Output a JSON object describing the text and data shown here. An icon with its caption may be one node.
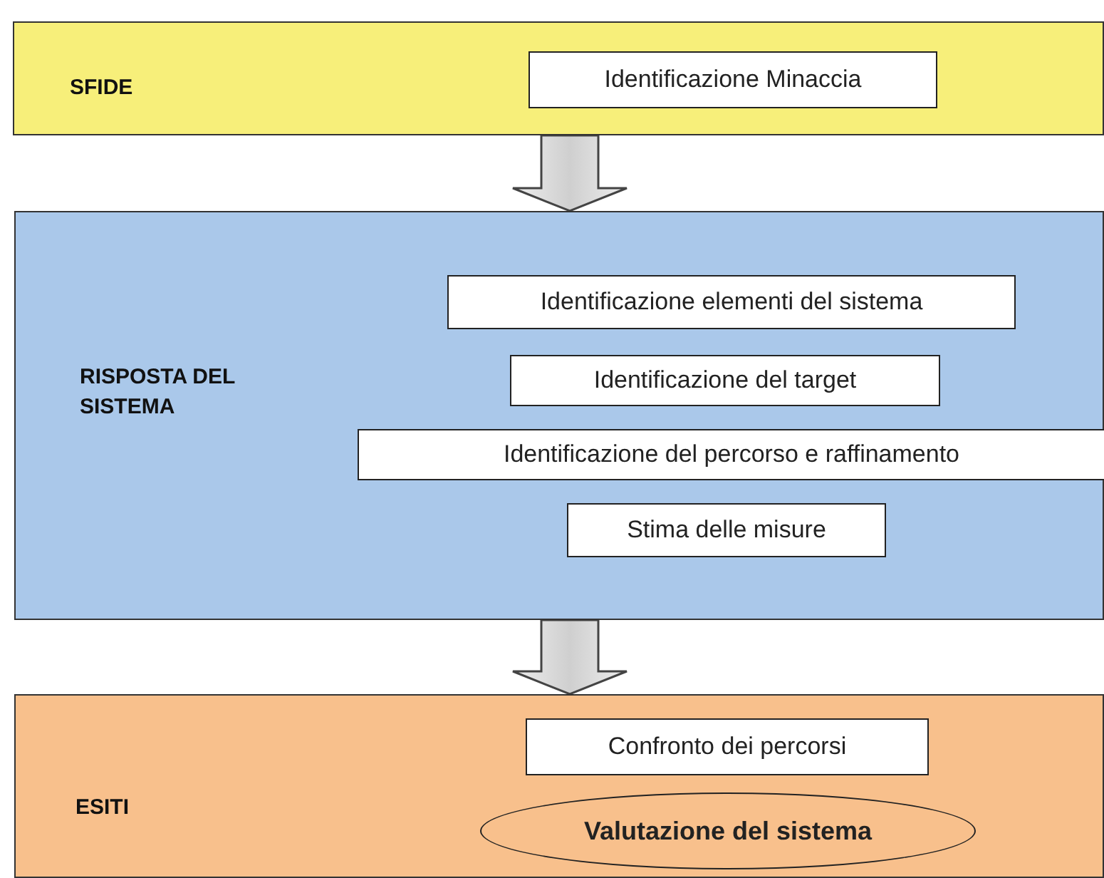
{
  "diagram": {
    "nodes": [
      {
        "text": [
          "SFIDE"
        ]
      },
      {
        "text": [
          "Identificazione Minaccia"
        ],
        "in": 0
      },
      {
        "text": [
          "RISPOSTA DEL SISTEMA"
        ]
      },
      {
        "text": [
          "Identificazione elementi del sistema"
        ],
        "in": 2
      },
      {
        "text": [
          "Identificazione del target"
        ],
        "in": 2
      },
      {
        "text": [
          "Identificazione del percorso e raffinamento"
        ],
        "in": 2
      },
      {
        "text": [
          "Stima delle misure"
        ],
        "in": 2
      },
      {
        "text": [
          "ESITI"
        ]
      },
      {
        "text": [
          "Confronto dei percorsi"
        ],
        "in": 7
      },
      {
        "text": [
          "Valutazione del sistema"
        ],
        "in": 7
      }
    ],
    "edges": [
      {
        "from": 0,
        "to": 2,
        "arrow": "to"
      },
      {
        "from": 2,
        "to": 7,
        "arrow": "to"
      }
    ]
  }
}
